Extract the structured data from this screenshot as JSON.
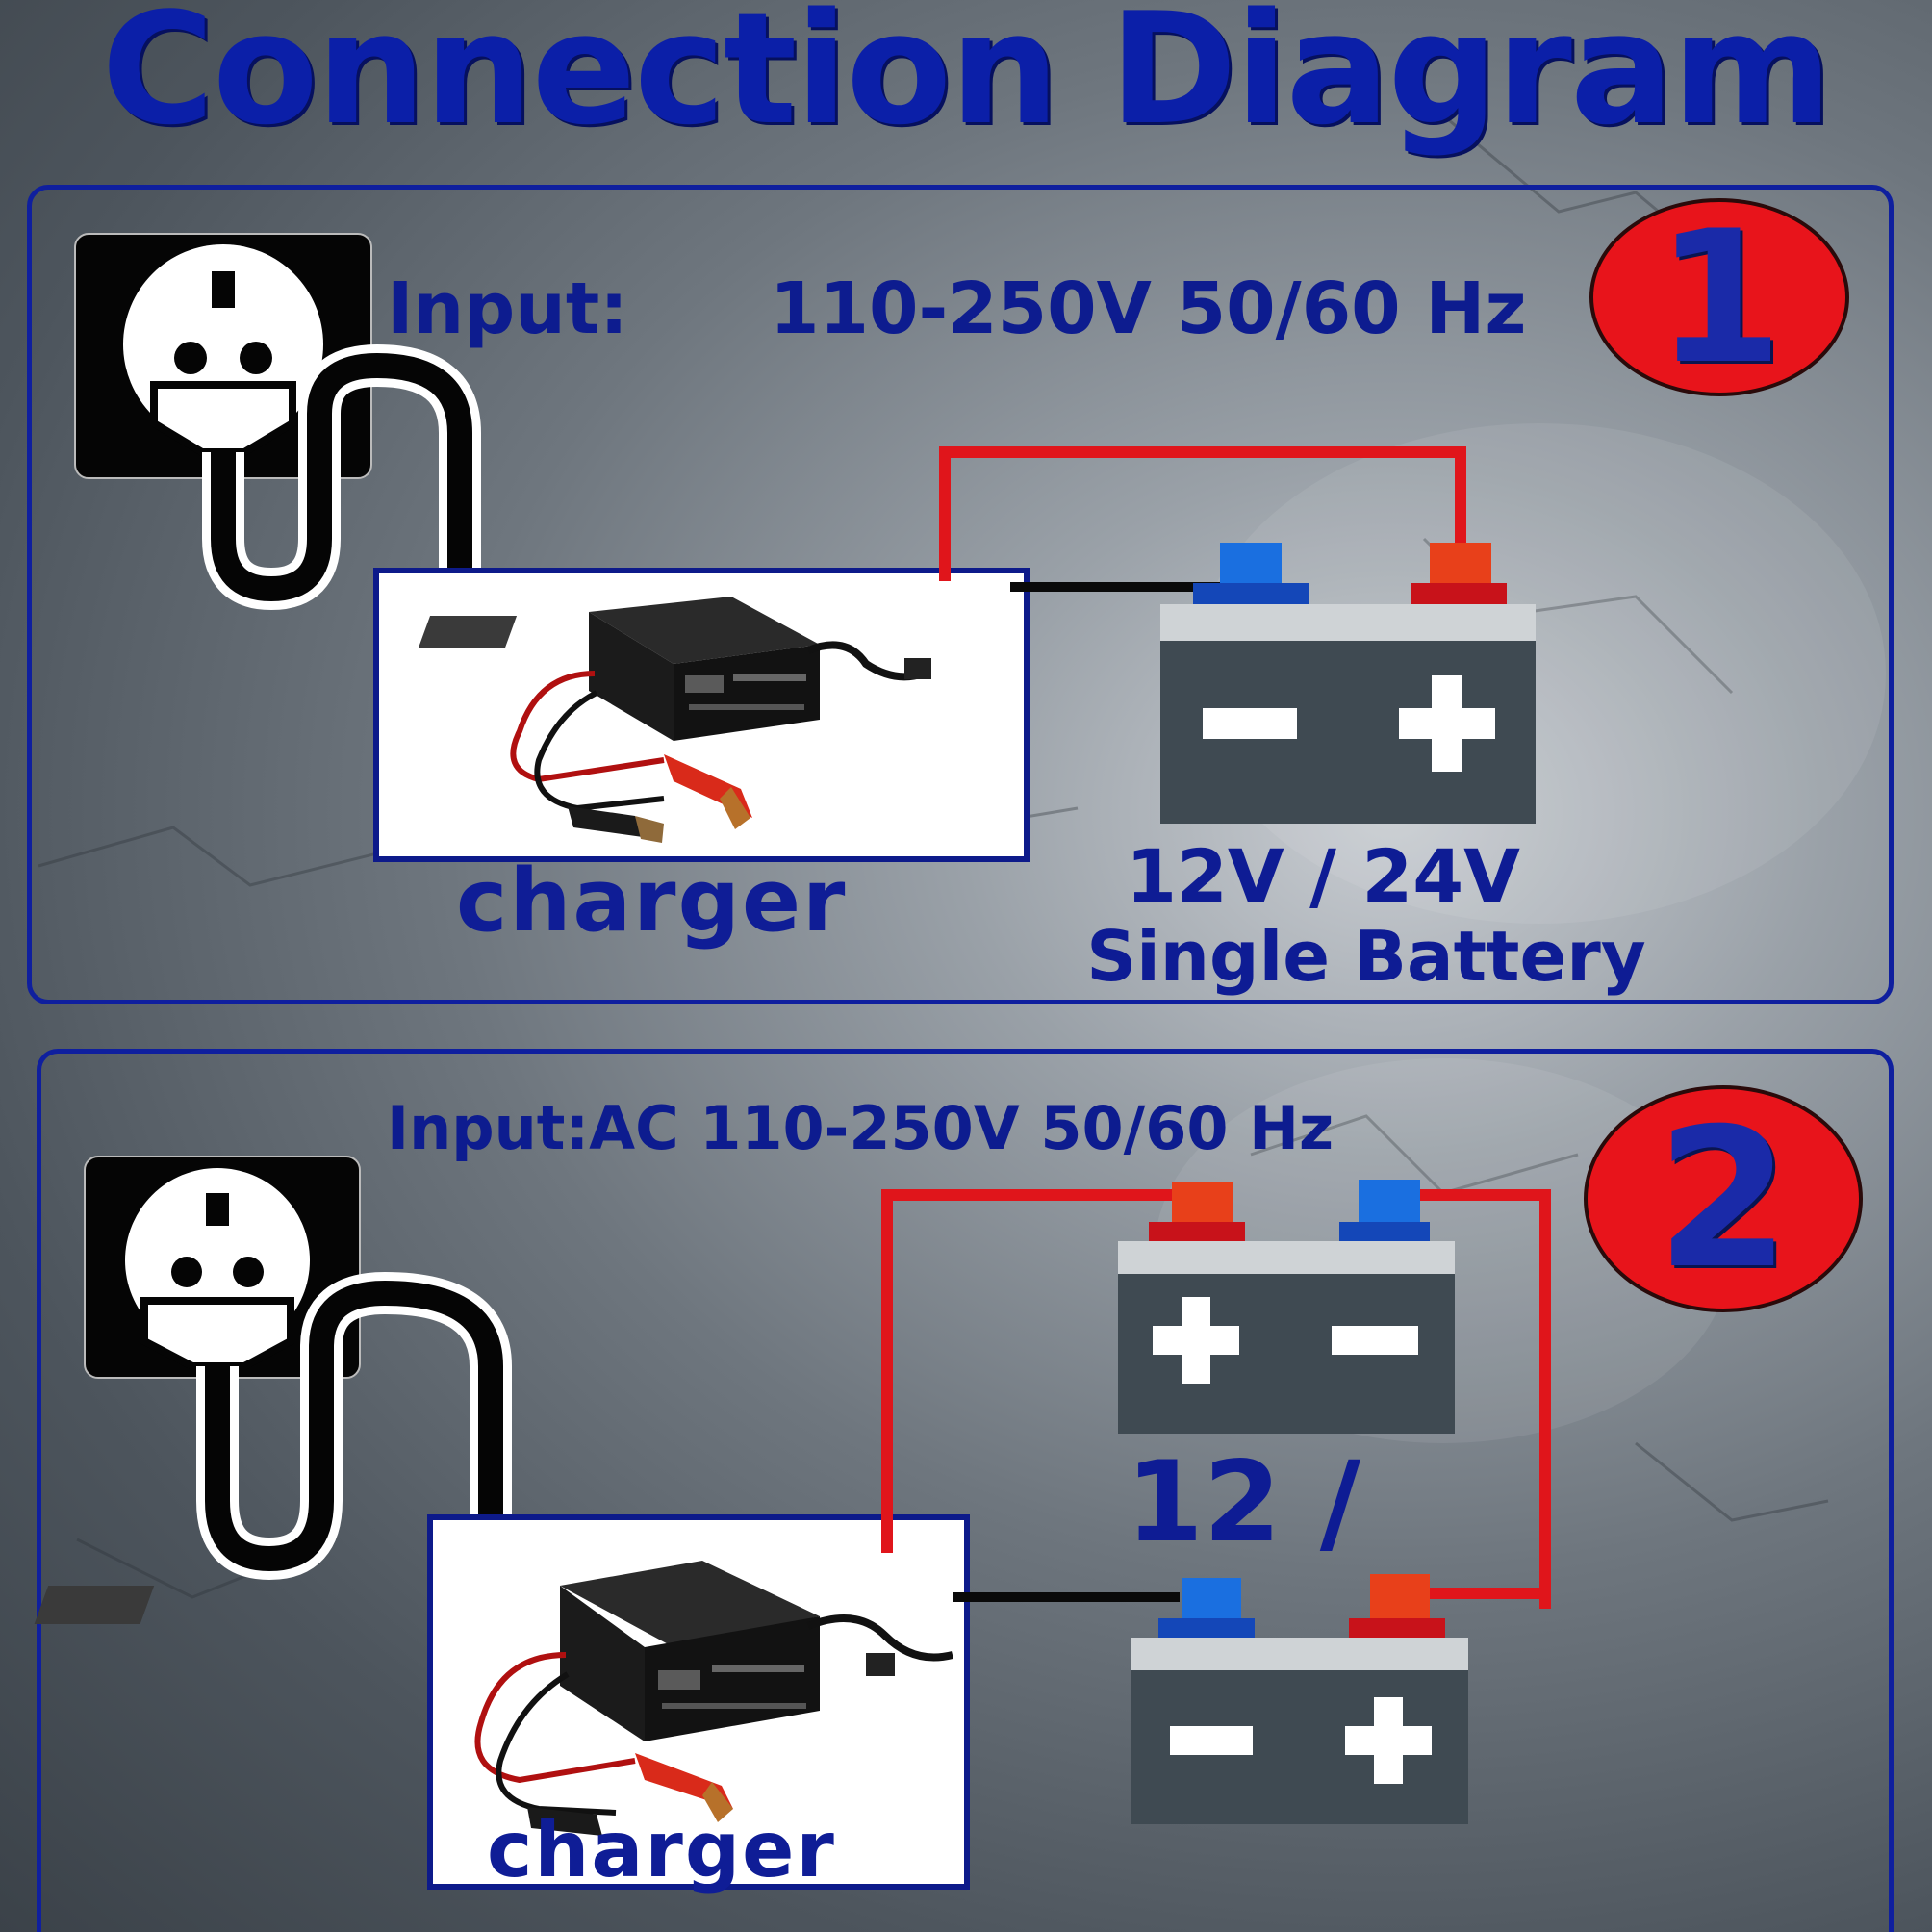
{
  "title": "Connection Diagram",
  "panel1": {
    "number": "1",
    "input_label": "Input:",
    "input_value": "110-250V 50/60 Hz",
    "charger_label": "charger",
    "battery_voltage": "12V / 24V",
    "battery_type": "Single Battery"
  },
  "panel2": {
    "number": "2",
    "input_label": "Input:AC 110-250V 50/60 Hz",
    "charger_label": "charger",
    "battery_voltage_partial": "12 /"
  },
  "colors": {
    "title_blue": "#0b1fa8",
    "wire_red": "#e0151b",
    "wire_black": "#0a0a0a",
    "battery_body": "#3f4a52",
    "battery_top": "#cfd3d6",
    "terminal_blue": "#1a6fe0",
    "terminal_red": "#e8401a"
  },
  "icons": [
    "plug-socket-icon",
    "battery-icon",
    "charger-photo"
  ]
}
